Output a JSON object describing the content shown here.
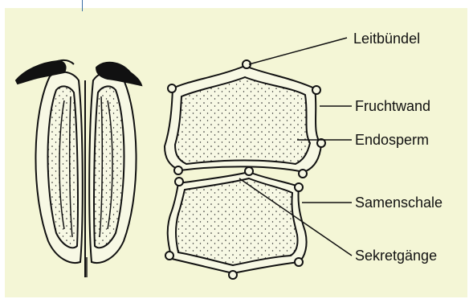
{
  "background_color": "#f4f6d6",
  "line_color": "#111111",
  "labels": {
    "leitbuendel": "Leitbündel",
    "fruchtwand": "Fruchtwand",
    "endosperm": "Endosperm",
    "samenschale": "Samenschale",
    "sekretgaenge": "Sekretgänge"
  }
}
